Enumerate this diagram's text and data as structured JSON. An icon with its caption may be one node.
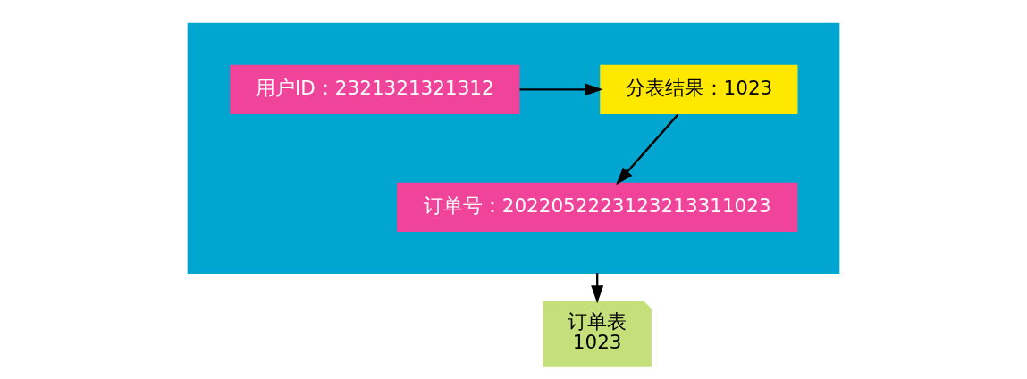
{
  "diagram": {
    "nodes": [
      {
        "text": [],
        "shape": "box"
      },
      {
        "text": [
          "用户ID：2321321321312"
        ],
        "in": 0
      },
      {
        "text": [
          "分表结果：1023"
        ],
        "in": 0
      },
      {
        "text": [
          "订单号：2022052223123213311023"
        ],
        "in": 0
      },
      {
        "text": [
          "订单表",
          "1023"
        ]
      }
    ],
    "edges": [
      {
        "from": 1,
        "to": 2,
        "arrow": "to"
      },
      {
        "from": 2,
        "to": 3,
        "arrow": "to"
      },
      {
        "from": 0,
        "to": 4,
        "arrow": "to"
      }
    ]
  }
}
